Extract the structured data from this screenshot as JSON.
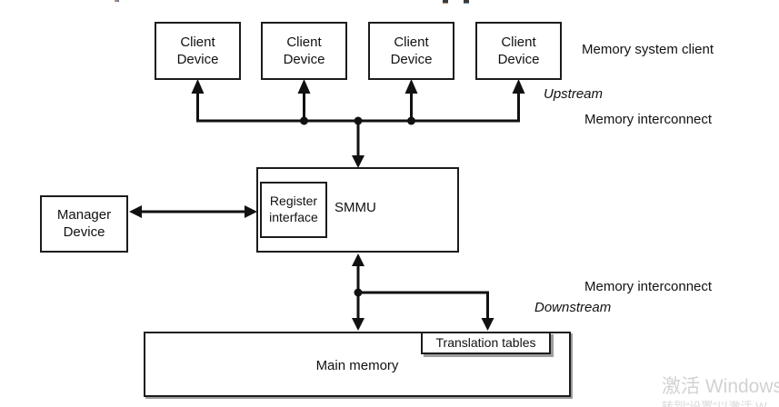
{
  "diagram": {
    "client_devices": [
      {
        "line1": "Client",
        "line2": "Device"
      },
      {
        "line1": "Client",
        "line2": "Device"
      },
      {
        "line1": "Client",
        "line2": "Device"
      },
      {
        "line1": "Client",
        "line2": "Device"
      }
    ],
    "manager": {
      "line1": "Manager",
      "line2": "Device"
    },
    "smmu_label": "SMMU",
    "register_interface": {
      "line1": "Register",
      "line2": "interface"
    },
    "main_memory_label": "Main memory",
    "translation_tables_label": "Translation tables",
    "side_labels": {
      "memory_system_client": "Memory system client",
      "upstream": "Upstream",
      "memory_interconnect_upstream": "Memory interconnect",
      "memory_interconnect_downstream": "Memory interconnect",
      "downstream": "Downstream"
    }
  },
  "watermark": {
    "line1": "激活 Windows",
    "line2": "转到“设置”以激活 W"
  },
  "colors": {
    "line": "#111111",
    "box_border": "#1c1c1c",
    "box_shadow": "#9c9c9c",
    "watermark_text": "#d2d2d2"
  }
}
